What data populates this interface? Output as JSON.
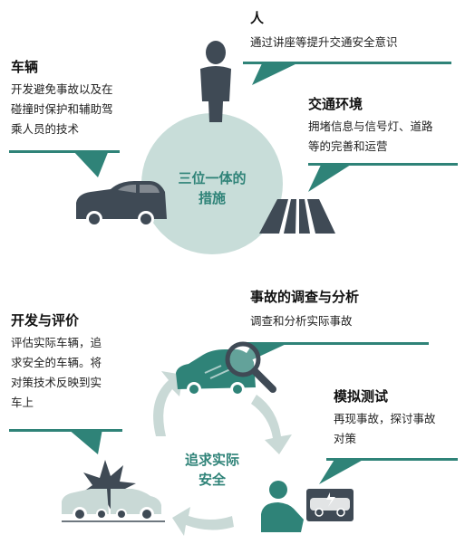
{
  "top": {
    "center_label": [
      "三位一体的",
      "措施"
    ],
    "person": {
      "title": "人",
      "desc": "通过讲座等提升交通安全意识"
    },
    "vehicle": {
      "title": "车辆",
      "desc": [
        "开发避免事故以及在",
        "碰撞时保护和辅助驾",
        "乘人员的技术"
      ]
    },
    "environment": {
      "title": "交通环境",
      "desc": [
        "拥堵信息与信号灯、道路",
        "等的完善和运营"
      ]
    }
  },
  "bottom": {
    "center_label": [
      "追求实际",
      "安全"
    ],
    "investigation": {
      "title": "事故的调查与分析",
      "desc": "调查和分析实际事故"
    },
    "simulation": {
      "title": "模拟测试",
      "desc": [
        "再现事故，探讨事故",
        "对策"
      ]
    },
    "development": {
      "title": "开发与评价",
      "desc": [
        "评估实际车辆，追",
        "求安全的车辆。将",
        "对策技术反映到实",
        "车上"
      ]
    }
  },
  "colors": {
    "accent": "#2f8378",
    "circle": "#c8ddd9",
    "icon_dark": "#3f4a55",
    "arrow": "#c9d9d6"
  }
}
